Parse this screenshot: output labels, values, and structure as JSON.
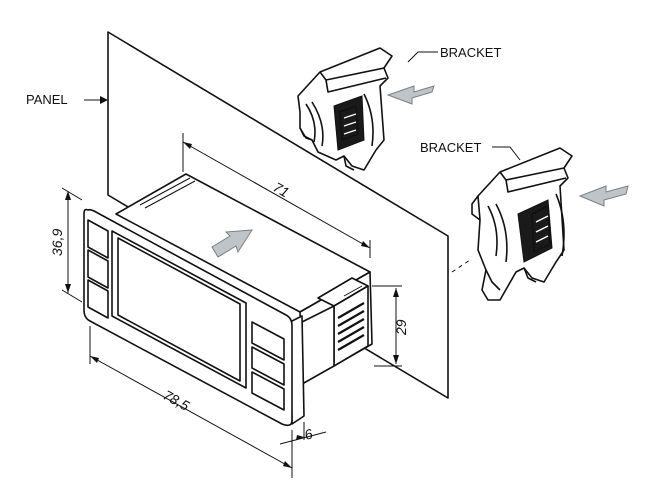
{
  "labels": {
    "panel": "PANEL",
    "bracket_top": "BRACKET",
    "bracket_right": "BRACKET"
  },
  "dimensions": {
    "depth": "71",
    "height": "36,9",
    "width": "78,5",
    "body_height": "29",
    "bezel_thickness": "6"
  },
  "colors": {
    "line": "#111111",
    "arrow_fill": "#bfc4c8",
    "arrow_stroke": "#7a7f84",
    "background": "#ffffff"
  },
  "icons": {
    "insert_arrow": "insert-arrow-icon",
    "bracket_arrow": "bracket-arrow-icon"
  }
}
